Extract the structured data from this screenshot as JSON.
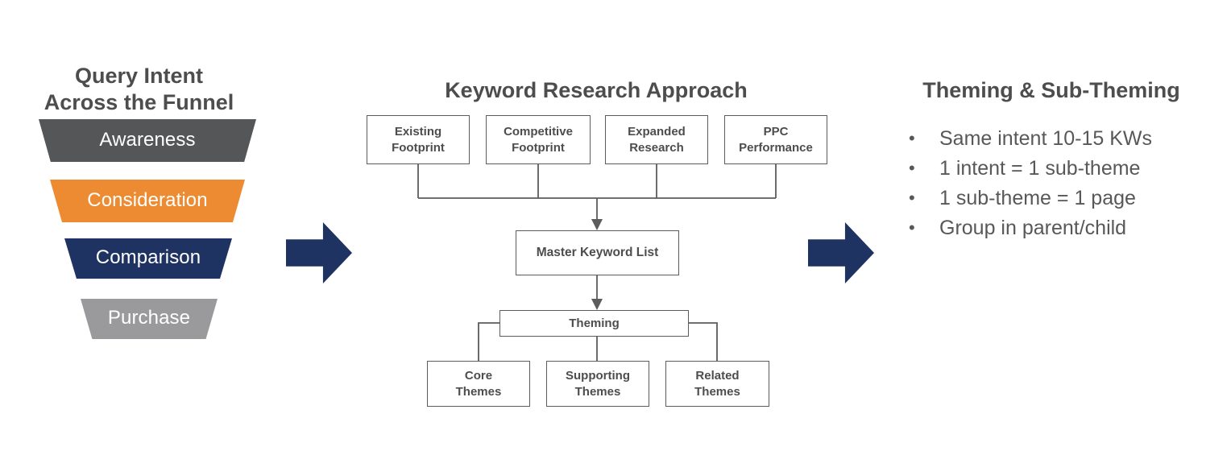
{
  "funnel": {
    "title": "Query Intent\nAcross the Funnel",
    "segments": [
      {
        "label": "Awareness",
        "color": "#555658"
      },
      {
        "label": "Consideration",
        "color": "#ED8B33"
      },
      {
        "label": "Comparison",
        "color": "#1F3363"
      },
      {
        "label": "Purchase",
        "color": "#9A9A9C"
      }
    ]
  },
  "flow": {
    "title": "Keyword Research Approach",
    "sources": [
      {
        "label": "Existing\nFootprint"
      },
      {
        "label": "Competitive\nFootprint"
      },
      {
        "label": "Expanded\nResearch"
      },
      {
        "label": "PPC\nPerformance"
      }
    ],
    "master": {
      "label": "Master Keyword List"
    },
    "theming": {
      "label": "Theming"
    },
    "themes": [
      {
        "label": "Core\nThemes"
      },
      {
        "label": "Supporting\nThemes"
      },
      {
        "label": "Related\nThemes"
      }
    ],
    "connector_color": "#5C5C5C"
  },
  "arrows": {
    "color": "#1F3363",
    "items": [
      {
        "name": "funnel-to-flow"
      },
      {
        "name": "flow-to-theming"
      }
    ]
  },
  "theming_panel": {
    "title": "Theming & Sub-Theming",
    "bullet_glyph": "•",
    "bullets": [
      "Same intent 10-15 KWs",
      "1 intent = 1 sub-theme",
      "1 sub-theme = 1 page",
      "Group in parent/child"
    ]
  }
}
